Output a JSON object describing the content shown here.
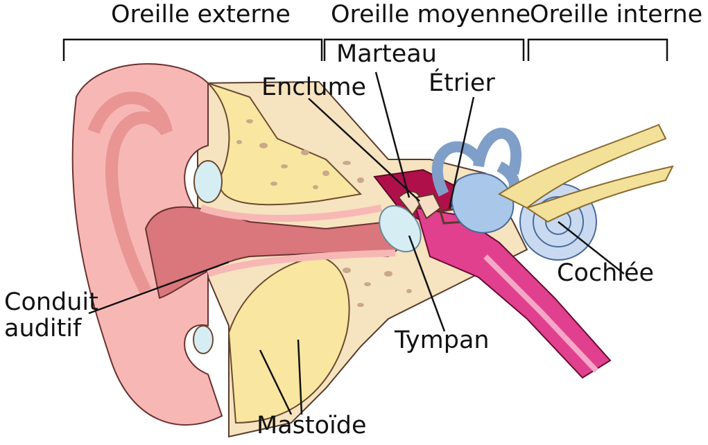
{
  "sections": {
    "outer": "Oreille externe",
    "middle": "Oreille moyenne",
    "inner": "Oreille interne"
  },
  "labels": {
    "marteau": "Marteau",
    "enclume": "Enclume",
    "etrier": "Étrier",
    "cochlee": "Cochlée",
    "conduit_line1": "Conduit",
    "conduit_line2": "auditif",
    "tympan": "Tympan",
    "mastoide": "Mastoïde"
  },
  "colors": {
    "skin": "#f7b8b5",
    "skin_dark": "#e89593",
    "canal": "#d9777c",
    "bone": "#f6e3bf",
    "bone_speck": "#c9a98a",
    "cartilage": "#f9e6a0",
    "cavity": "#b0104a",
    "tube": "#e0408d",
    "inner_ear": "#a9c7e8",
    "nerve": "#f3e19a",
    "eardrum": "#d6eef3"
  }
}
